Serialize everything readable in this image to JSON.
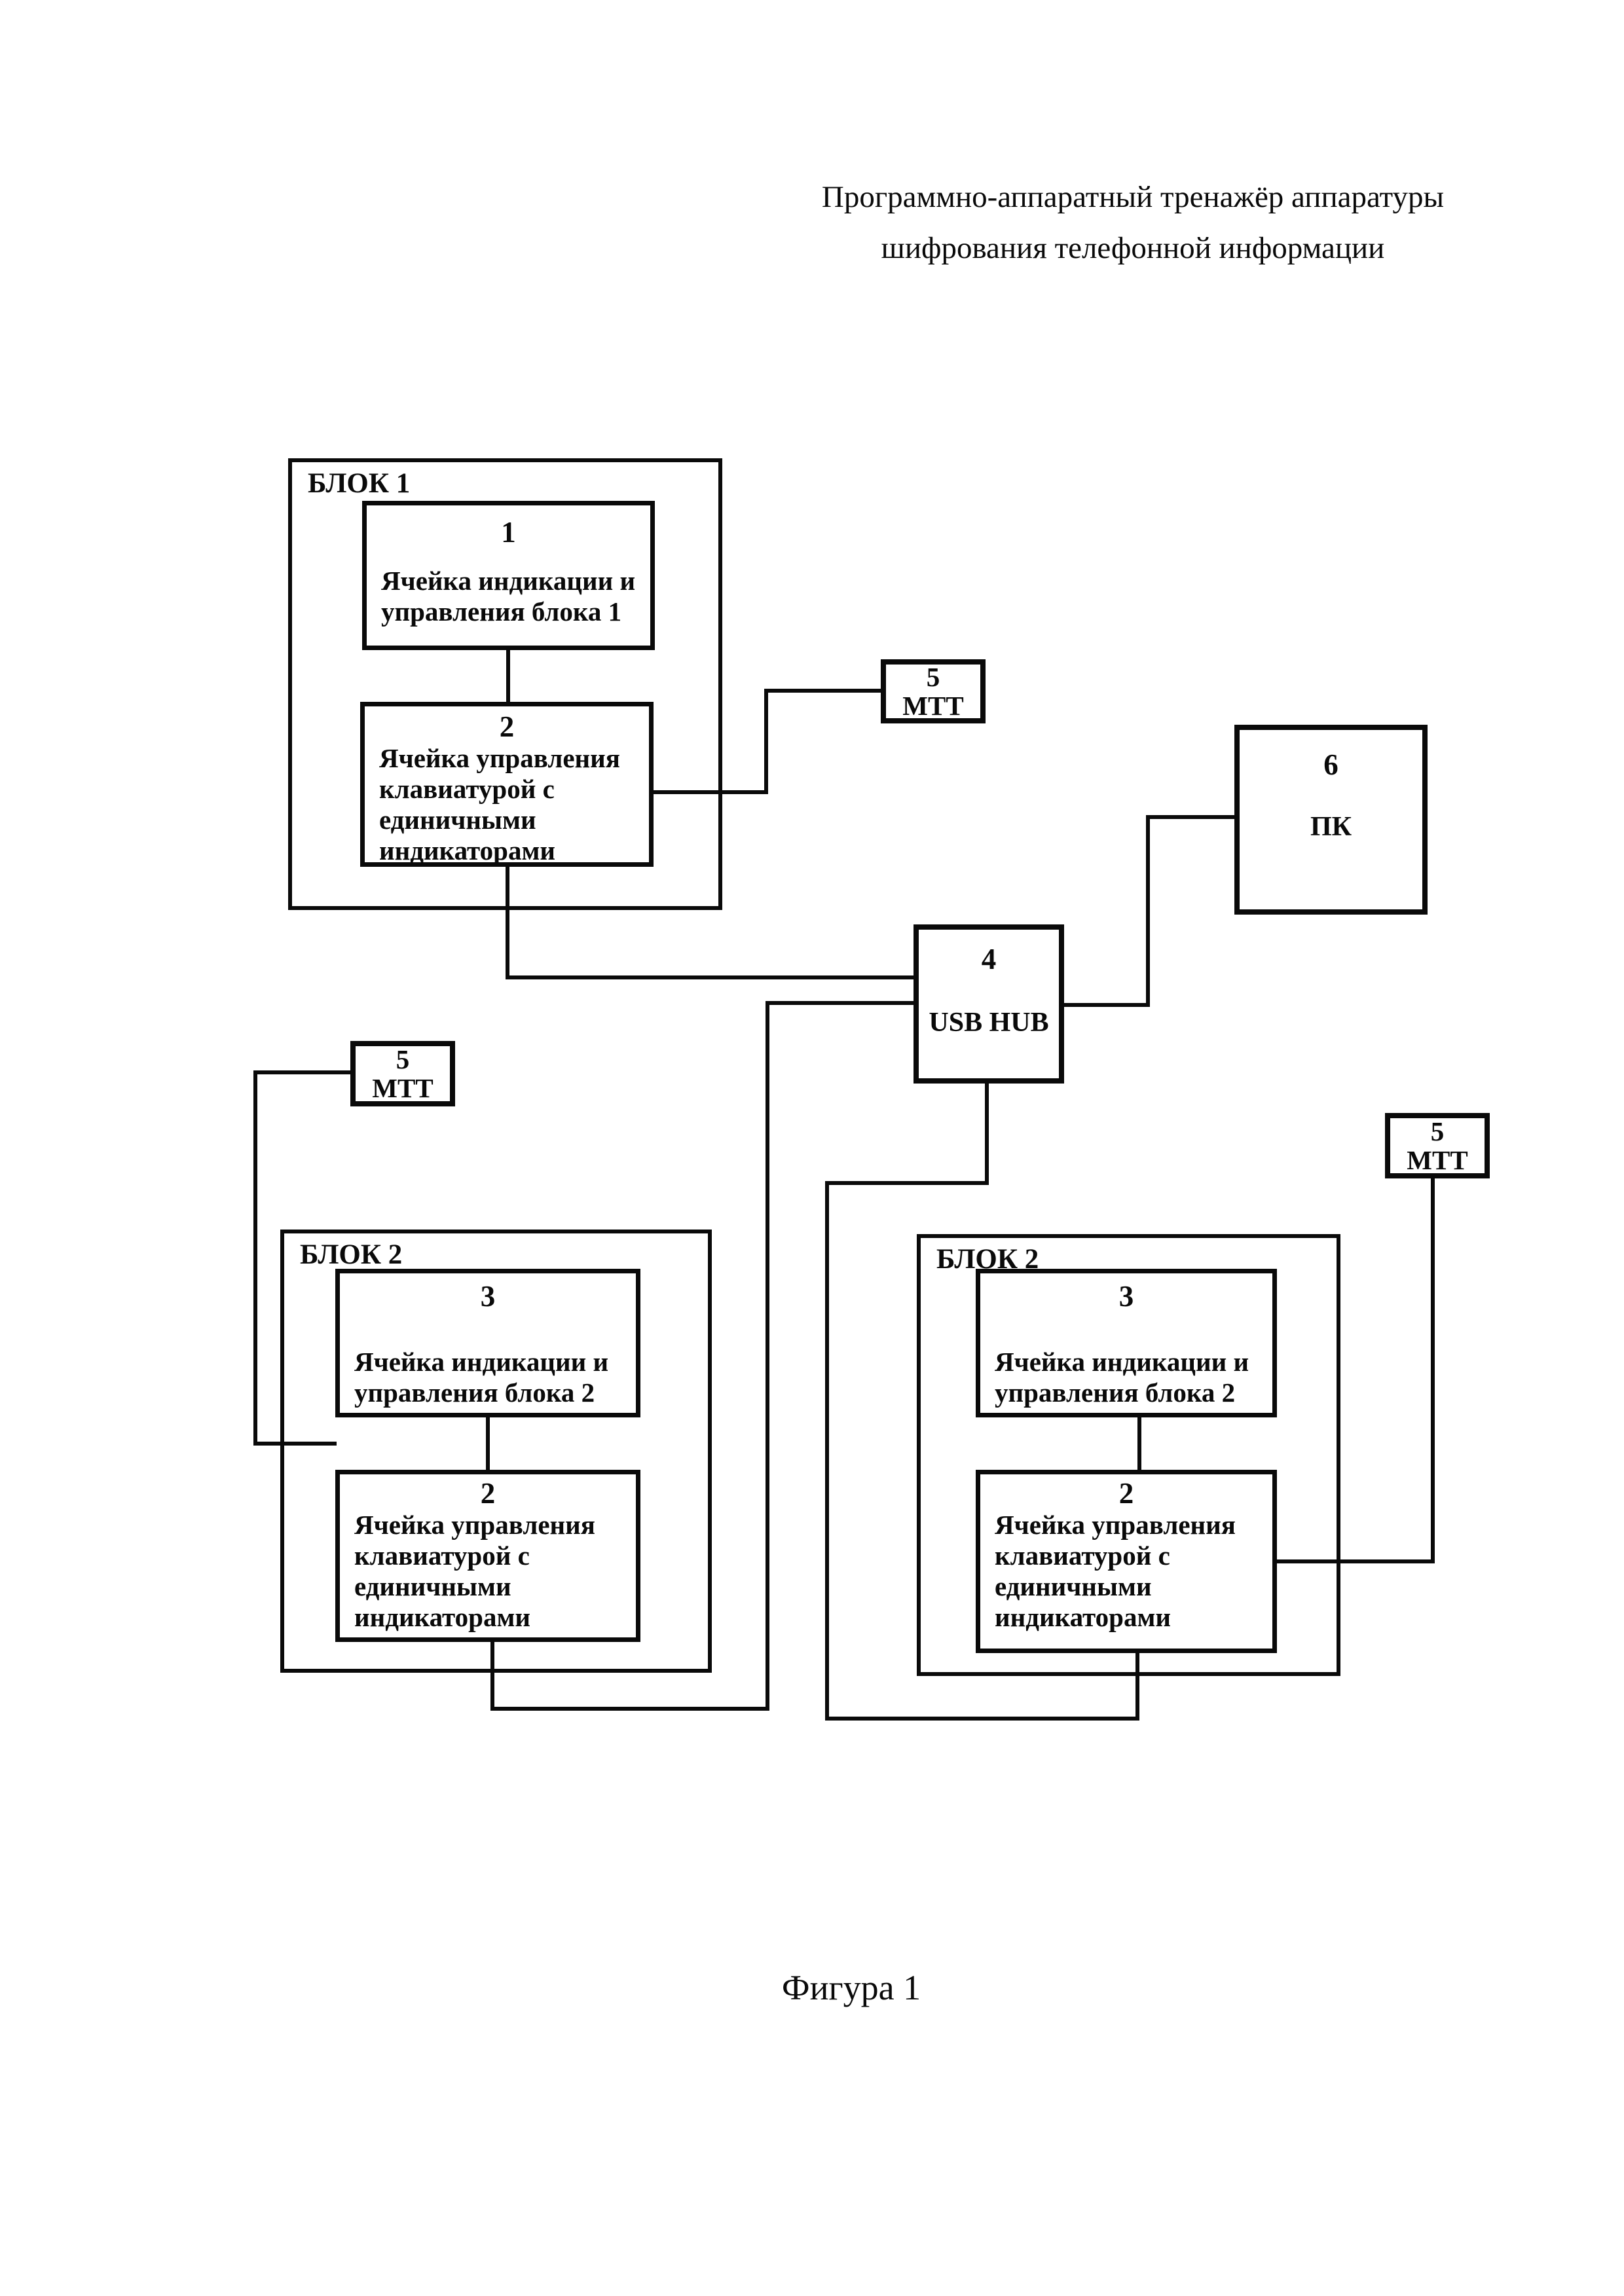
{
  "title": {
    "line1": "Программно-аппаратный тренажёр аппаратуры",
    "line2": "шифрования телефонной информации"
  },
  "caption": "Фигура 1",
  "block1": {
    "label": "БЛОК 1",
    "cell1": {
      "number": "1",
      "lines": [
        "Ячейка индикации и",
        "управления блока 1"
      ]
    },
    "cell2": {
      "number": "2",
      "lines": [
        "Ячейка управления",
        "клавиатурой с",
        "единичными",
        "индикаторами"
      ]
    }
  },
  "block2_left": {
    "label": "БЛОК 2",
    "cell3": {
      "number": "3",
      "lines": [
        "Ячейка индикации и",
        "управления блока 2"
      ]
    },
    "cell2": {
      "number": "2",
      "lines": [
        "Ячейка управления",
        "клавиатурой с",
        "единичными",
        "индикаторами"
      ]
    }
  },
  "block2_right": {
    "label": "БЛОК 2",
    "cell3": {
      "number": "3",
      "lines": [
        "Ячейка индикации и",
        "управления блока 2"
      ]
    },
    "cell2": {
      "number": "2",
      "lines": [
        "Ячейка управления",
        "клавиатурой с",
        "единичными",
        "индикаторами"
      ]
    }
  },
  "mtt_top": {
    "number": "5",
    "label": "МТТ"
  },
  "mtt_left": {
    "number": "5",
    "label": "МТТ"
  },
  "mtt_right": {
    "number": "5",
    "label": "МТТ"
  },
  "usb_hub": {
    "number": "4",
    "label": "USB HUB"
  },
  "pc": {
    "number": "6",
    "label": "ПК"
  }
}
